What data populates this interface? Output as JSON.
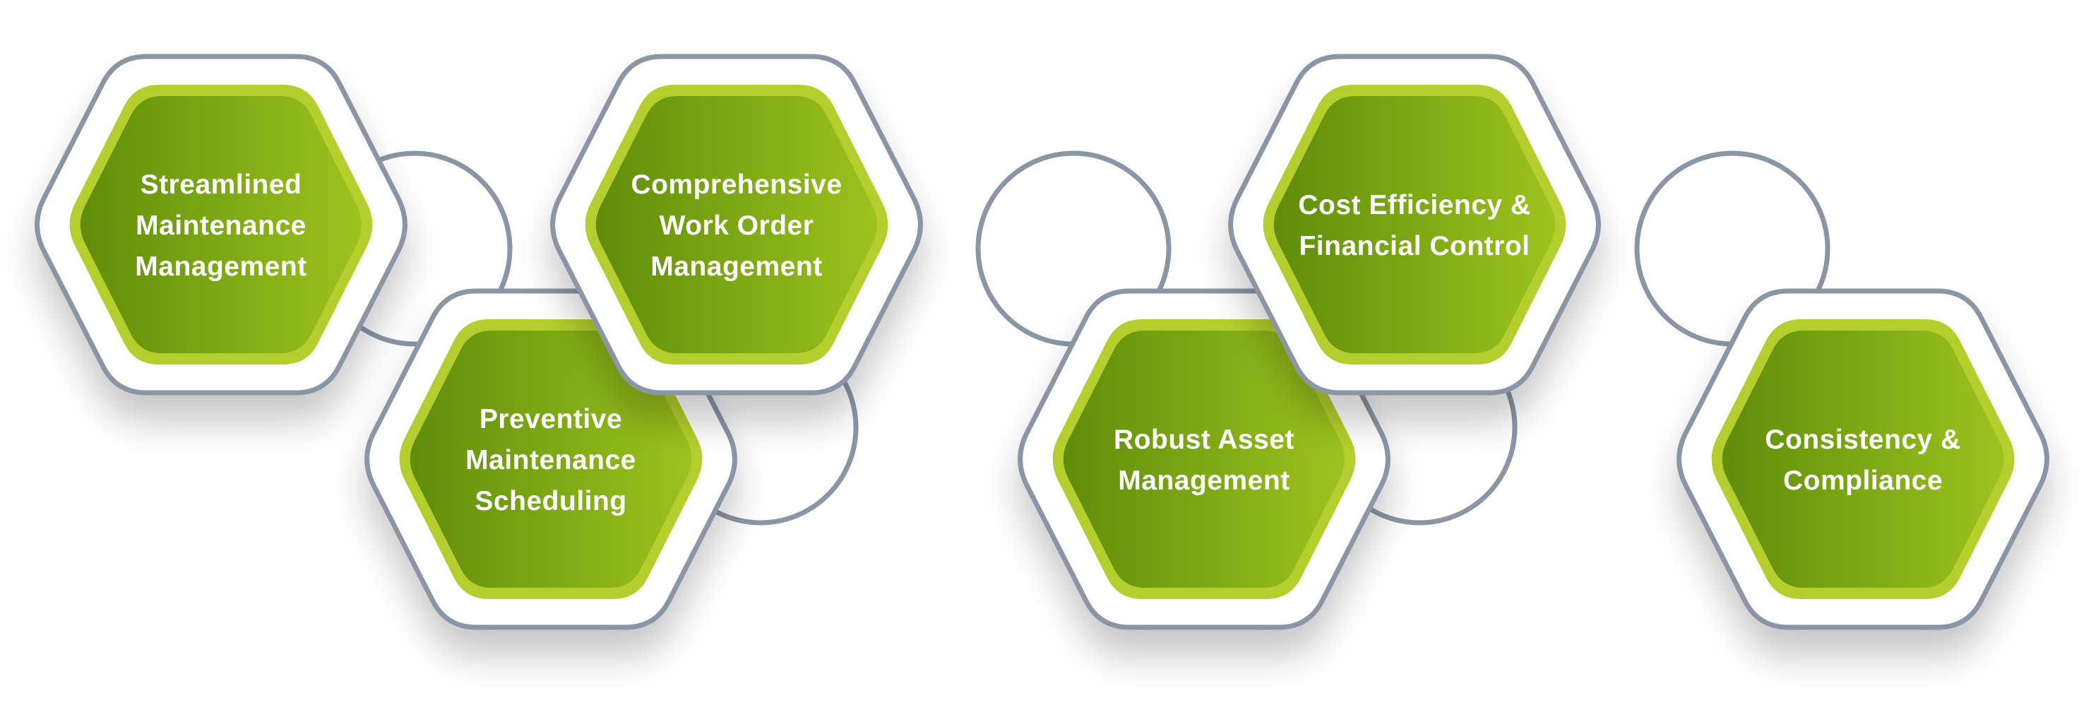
{
  "colors": {
    "outline": "#8a96a6",
    "plate": "#ffffff",
    "rim": "#b4cf2d",
    "fill_dark": "#5f8d0a",
    "fill_light": "#9cc31e",
    "text": "#ffffff"
  },
  "items": [
    {
      "label": "Streamlined\nMaintenance\nManagement"
    },
    {
      "label": "Preventive\nMaintenance\nScheduling"
    },
    {
      "label": "Comprehensive\nWork Order\nManagement"
    },
    {
      "label": "Robust Asset\nManagement"
    },
    {
      "label": "Cost Efficiency &\nFinancial Control"
    },
    {
      "label": "Consistency &\nCompliance"
    }
  ]
}
